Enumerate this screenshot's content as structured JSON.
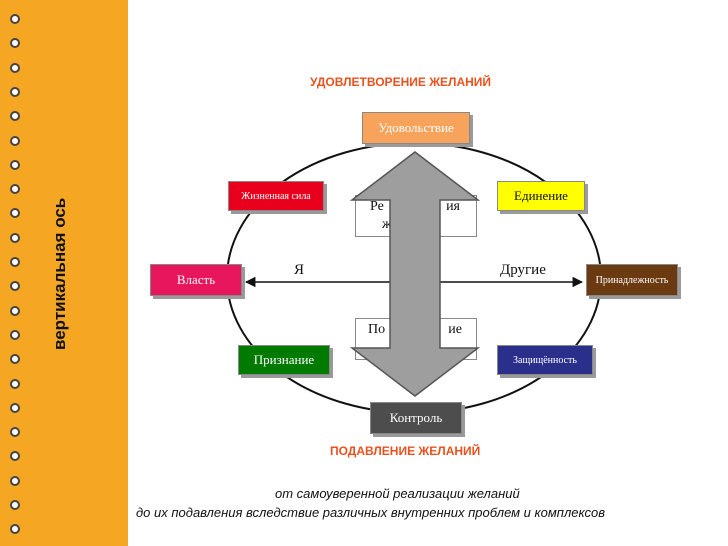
{
  "side_label": "вертикальная ось",
  "top_heading": "УДОВЛЕТВОРЕНИЕ ЖЕЛАНИЙ",
  "bottom_heading": "ПОДАВЛЕНИЕ ЖЕЛАНИЙ",
  "nodes": {
    "pleasure": "Удовольствие",
    "vitality": "Жизненная сила",
    "unity": "Единение",
    "power": "Власть",
    "belonging": "Принадлежность",
    "recognition": "Признание",
    "security": "Защищённость",
    "control": "Контроль"
  },
  "inner_boxes": {
    "upper_left": "Ре",
    "upper_right": "ия",
    "upper_second_line": "ж",
    "lower_left": "По",
    "lower_right": "ие"
  },
  "axis": {
    "left_label": "Я",
    "right_label": "Другие"
  },
  "captions": {
    "line1": "от самоуверенной реализации желаний",
    "line2": "до их подавления вследствие различных внутренних проблем и комплексов"
  },
  "colors": {
    "sidebar": "#f5a623",
    "heading": "#e8521e",
    "pleasure": "#f7a35c",
    "vitality": "#e8001c",
    "unity": "#ffff00",
    "power": "#e8175d",
    "belonging": "#6b3a10",
    "recognition": "#007a00",
    "security": "#2b2f8c",
    "control": "#4d4d4d",
    "arrow": "#9e9e9e"
  }
}
